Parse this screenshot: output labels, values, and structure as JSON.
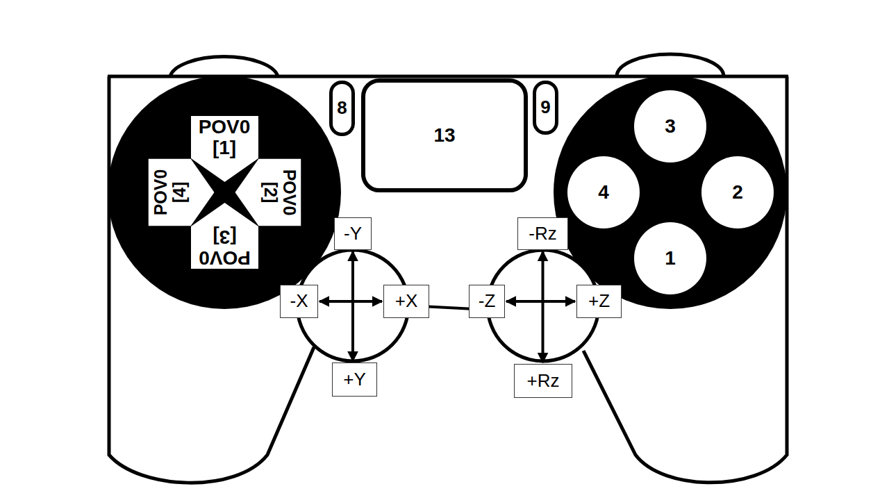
{
  "diagram": {
    "nodes": [
      {
        "text": [
          "8"
        ]
      },
      {
        "text": [
          "13"
        ]
      },
      {
        "text": [
          "9"
        ]
      },
      {
        "text": [
          "3"
        ]
      },
      {
        "text": [
          "POV0 [1]"
        ]
      },
      {
        "text": [
          "POV0 [4]"
        ]
      },
      {
        "text": [
          "POV0 [2]"
        ]
      },
      {
        "text": [
          "4"
        ]
      },
      {
        "text": [
          "2"
        ]
      },
      {
        "text": [
          "POV0 [3]"
        ]
      },
      {
        "text": [
          "1"
        ]
      },
      {
        "text": [
          "-Y"
        ]
      },
      {
        "text": [
          "-Rz"
        ]
      },
      {
        "text": [
          "-X"
        ]
      },
      {
        "text": [
          "+X"
        ]
      },
      {
        "text": [
          "-Z"
        ]
      },
      {
        "text": [
          "+Z"
        ]
      },
      {
        "text": [
          "+Y"
        ]
      },
      {
        "text": [
          "+Rz"
        ]
      }
    ],
    "edges": [
      {
        "from": 11,
        "to": 17,
        "arrow": "both"
      },
      {
        "from": 13,
        "to": 14,
        "arrow": "both"
      },
      {
        "from": 15,
        "to": 16,
        "arrow": "both"
      },
      {
        "from": 12,
        "to": 18,
        "arrow": "both"
      }
    ]
  }
}
